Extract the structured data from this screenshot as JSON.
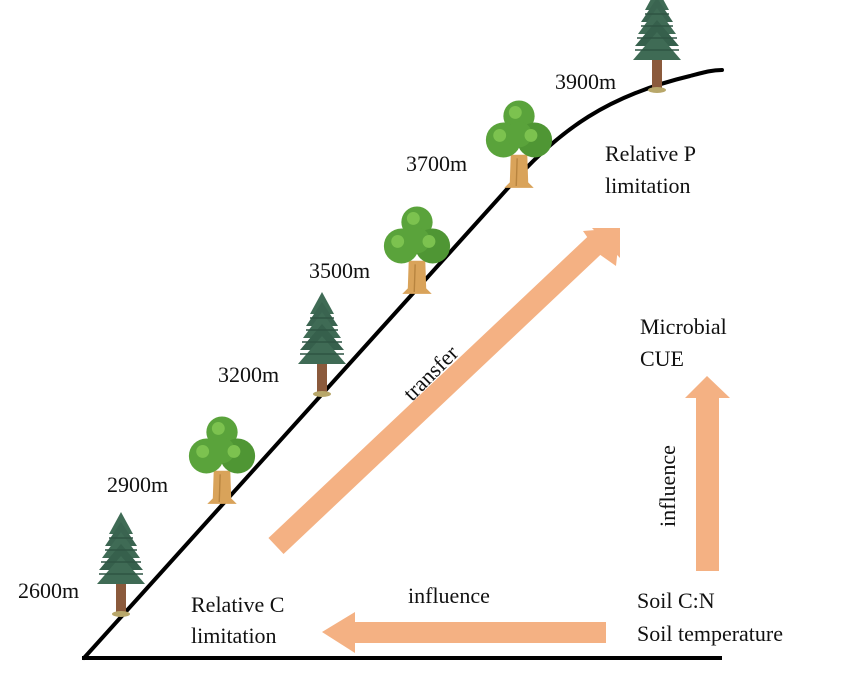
{
  "diagram": {
    "title": "",
    "colors": {
      "arrow": "#f4b183",
      "slope": "#000000",
      "conifer_foliage": "#3f6b55",
      "conifer_dark": "#2f5443",
      "broadleaf_foliage": "#5aa33b",
      "broadleaf_light": "#7cc24f",
      "trunk_conifer": "#8b5a3c",
      "trunk_broadleaf": "#d9a35a"
    },
    "elevations": [
      {
        "label": "2600m",
        "tree": "conifer-tree-icon"
      },
      {
        "label": "2900m",
        "tree": "broadleaf-tree-icon"
      },
      {
        "label": "3200m",
        "tree": "conifer-tree-icon"
      },
      {
        "label": "3500m",
        "tree": "broadleaf-tree-icon"
      },
      {
        "label": "3700m",
        "tree": "broadleaf-tree-icon"
      },
      {
        "label": "3900m",
        "tree": "conifer-tree-icon"
      }
    ],
    "nodes": {
      "relative_c": {
        "line1": "Relative C",
        "line2": "limitation"
      },
      "relative_p": {
        "line1": "Relative P",
        "line2": "limitation"
      },
      "microbial_cue": {
        "line1": "Microbial",
        "line2": "CUE"
      },
      "soil_factors": {
        "line1": "Soil C:N",
        "line2": "Soil temperature"
      }
    },
    "edges": {
      "transfer": {
        "label": "transfer",
        "from": "Relative C limitation",
        "to": "Relative P limitation"
      },
      "influence_left": {
        "label": "influence",
        "from": "Soil C:N / Soil temperature",
        "to": "Relative C limitation"
      },
      "influence_up": {
        "label": "influence",
        "from": "Soil C:N / Soil temperature",
        "to": "Microbial CUE"
      }
    }
  }
}
